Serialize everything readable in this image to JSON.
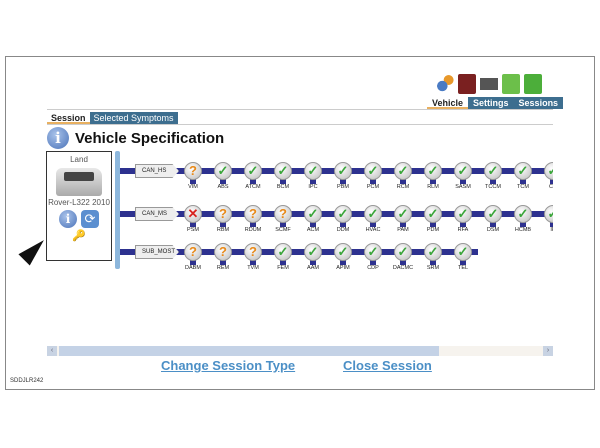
{
  "figure_code": "SDDJLR242",
  "toolbar": {
    "icons": [
      "gears-icon",
      "vci-icon",
      "printer-icon",
      "folder-icon",
      "battery-icon"
    ]
  },
  "nav_tabs": [
    {
      "label": "Vehicle",
      "active": true
    },
    {
      "label": "Settings"
    },
    {
      "label": "Sessions"
    }
  ],
  "session_tabs": [
    {
      "label": "Session",
      "active": true
    },
    {
      "label": "Selected Symptoms"
    }
  ],
  "title": "Vehicle Specification",
  "vehicle": {
    "line1": "Land",
    "line2": "Rover-L322 2010"
  },
  "networks": [
    {
      "name": "CAN_HS",
      "nodes": [
        [
          "VIM",
          "warn"
        ],
        [
          "ABS",
          "ok"
        ],
        [
          "ATCM",
          "ok"
        ],
        [
          "BCM",
          "ok"
        ],
        [
          "IPC",
          "ok"
        ],
        [
          "PBM",
          "ok"
        ],
        [
          "PCM",
          "ok"
        ],
        [
          "RCM",
          "ok"
        ],
        [
          "RLM",
          "ok"
        ],
        [
          "SASM",
          "ok"
        ],
        [
          "TCCM",
          "ok"
        ],
        [
          "TCM",
          "ok"
        ],
        [
          "CC",
          "ok"
        ]
      ]
    },
    {
      "name": "CAN_MS",
      "nodes": [
        [
          "PSM",
          "err"
        ],
        [
          "RBM",
          "warn"
        ],
        [
          "RDUM",
          "warn"
        ],
        [
          "SCMF",
          "warn"
        ],
        [
          "ACM",
          "ok"
        ],
        [
          "DDM",
          "ok"
        ],
        [
          "HVAC",
          "ok"
        ],
        [
          "PAM",
          "ok"
        ],
        [
          "PDM",
          "ok"
        ],
        [
          "RFA",
          "ok"
        ],
        [
          "DSM",
          "ok"
        ],
        [
          "HCMB",
          "ok"
        ],
        [
          "IP",
          "ok"
        ]
      ]
    },
    {
      "name": "SUB_MOST",
      "nodes": [
        [
          "DABM",
          "warn"
        ],
        [
          "REM",
          "warn"
        ],
        [
          "TVM",
          "warn"
        ],
        [
          "FEM",
          "ok"
        ],
        [
          "AAM",
          "ok"
        ],
        [
          "APIM",
          "ok"
        ],
        [
          "CDP",
          "ok"
        ],
        [
          "DACMC",
          "ok"
        ],
        [
          "SRM",
          "ok"
        ],
        [
          "TEL",
          "ok"
        ]
      ]
    }
  ],
  "links": {
    "change": "Change Session Type",
    "close": "Close Session"
  },
  "colors": {
    "bus": "#2d318f",
    "tab": "#3d6e8f",
    "link": "#4b8fc6"
  }
}
